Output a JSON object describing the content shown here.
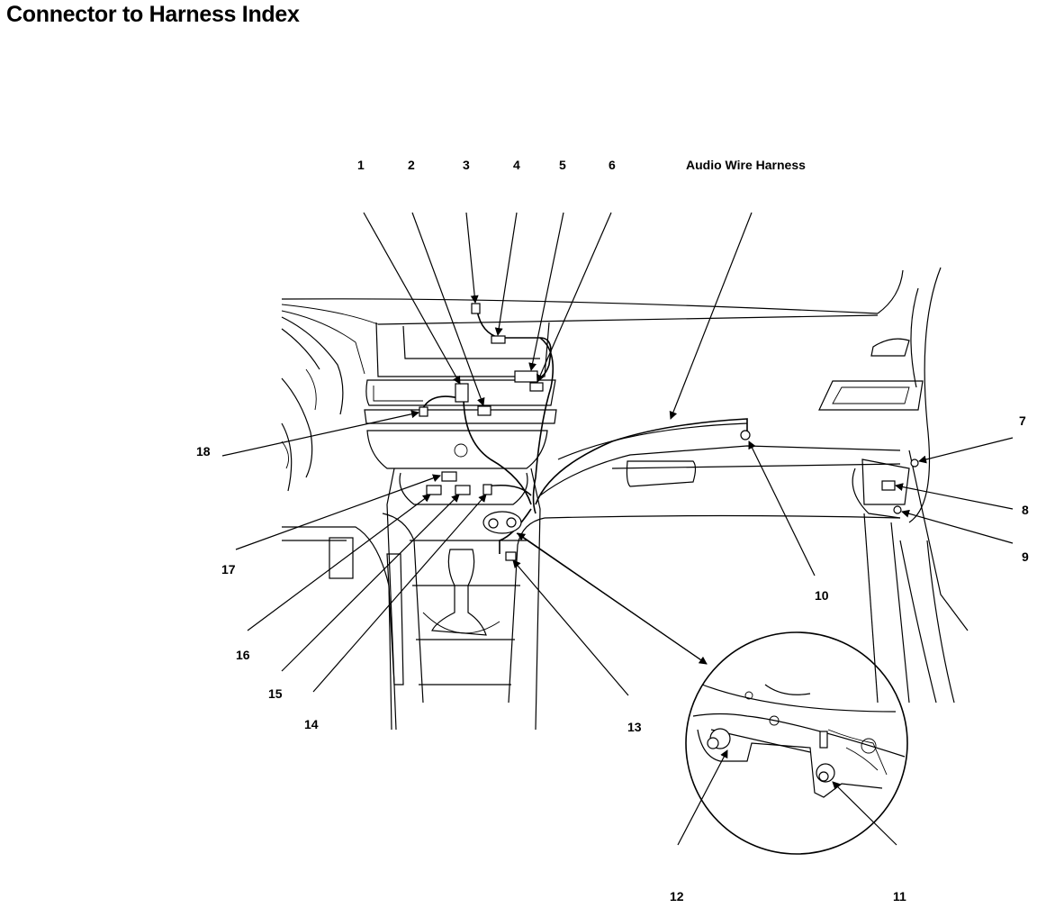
{
  "title": "Connector to Harness Index",
  "labels": {
    "l1": "1",
    "l2": "2",
    "l3": "3",
    "l4": "4",
    "l5": "5",
    "l6": "6",
    "audio": "Audio Wire Harness",
    "l7": "7",
    "l8": "8",
    "l9": "9",
    "l10": "10",
    "l11": "11",
    "l12": "12",
    "l13": "13",
    "l14": "14",
    "l15": "15",
    "l16": "16",
    "l17": "17",
    "l18": "18"
  }
}
